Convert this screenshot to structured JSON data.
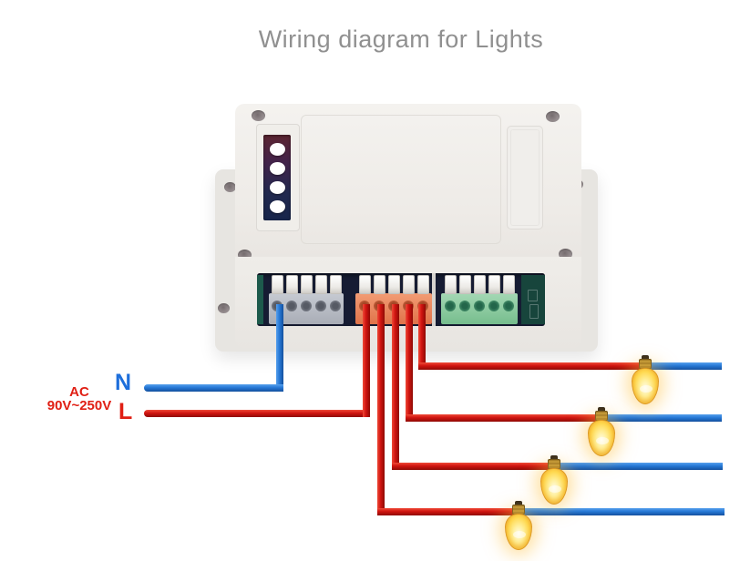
{
  "title": "Wiring diagram for Lights",
  "power_input": {
    "type_label": "AC",
    "voltage_label": "90V~250V",
    "neutral_label": "N",
    "live_label": "L"
  },
  "device": {
    "channel_buttons": 4,
    "terminal_blocks": [
      {
        "name": "neutral terminal block",
        "color_name": "gray",
        "terminals": 5,
        "wired_terminals": 1
      },
      {
        "name": "live output terminal block",
        "color_name": "orange",
        "terminals": 5,
        "wired_terminals": 5
      },
      {
        "name": "auxiliary terminal block",
        "color_name": "green",
        "terminals": 5,
        "wired_terminals": 0
      }
    ]
  },
  "lights": {
    "count": 4
  },
  "colors": {
    "title_text": "#909090",
    "label_red": "#e01f14",
    "label_blue": "#1e6fdb",
    "live_wire": "#d01410",
    "neutral_wire": "#2678d6",
    "device_body": "#f0eeea",
    "terminal_gray": "#b6bac2",
    "terminal_orange": "#ec8a61",
    "terminal_green": "#8fcba1",
    "pcb_dark": "#161c33",
    "bulb_glass": "#ffd84d"
  }
}
